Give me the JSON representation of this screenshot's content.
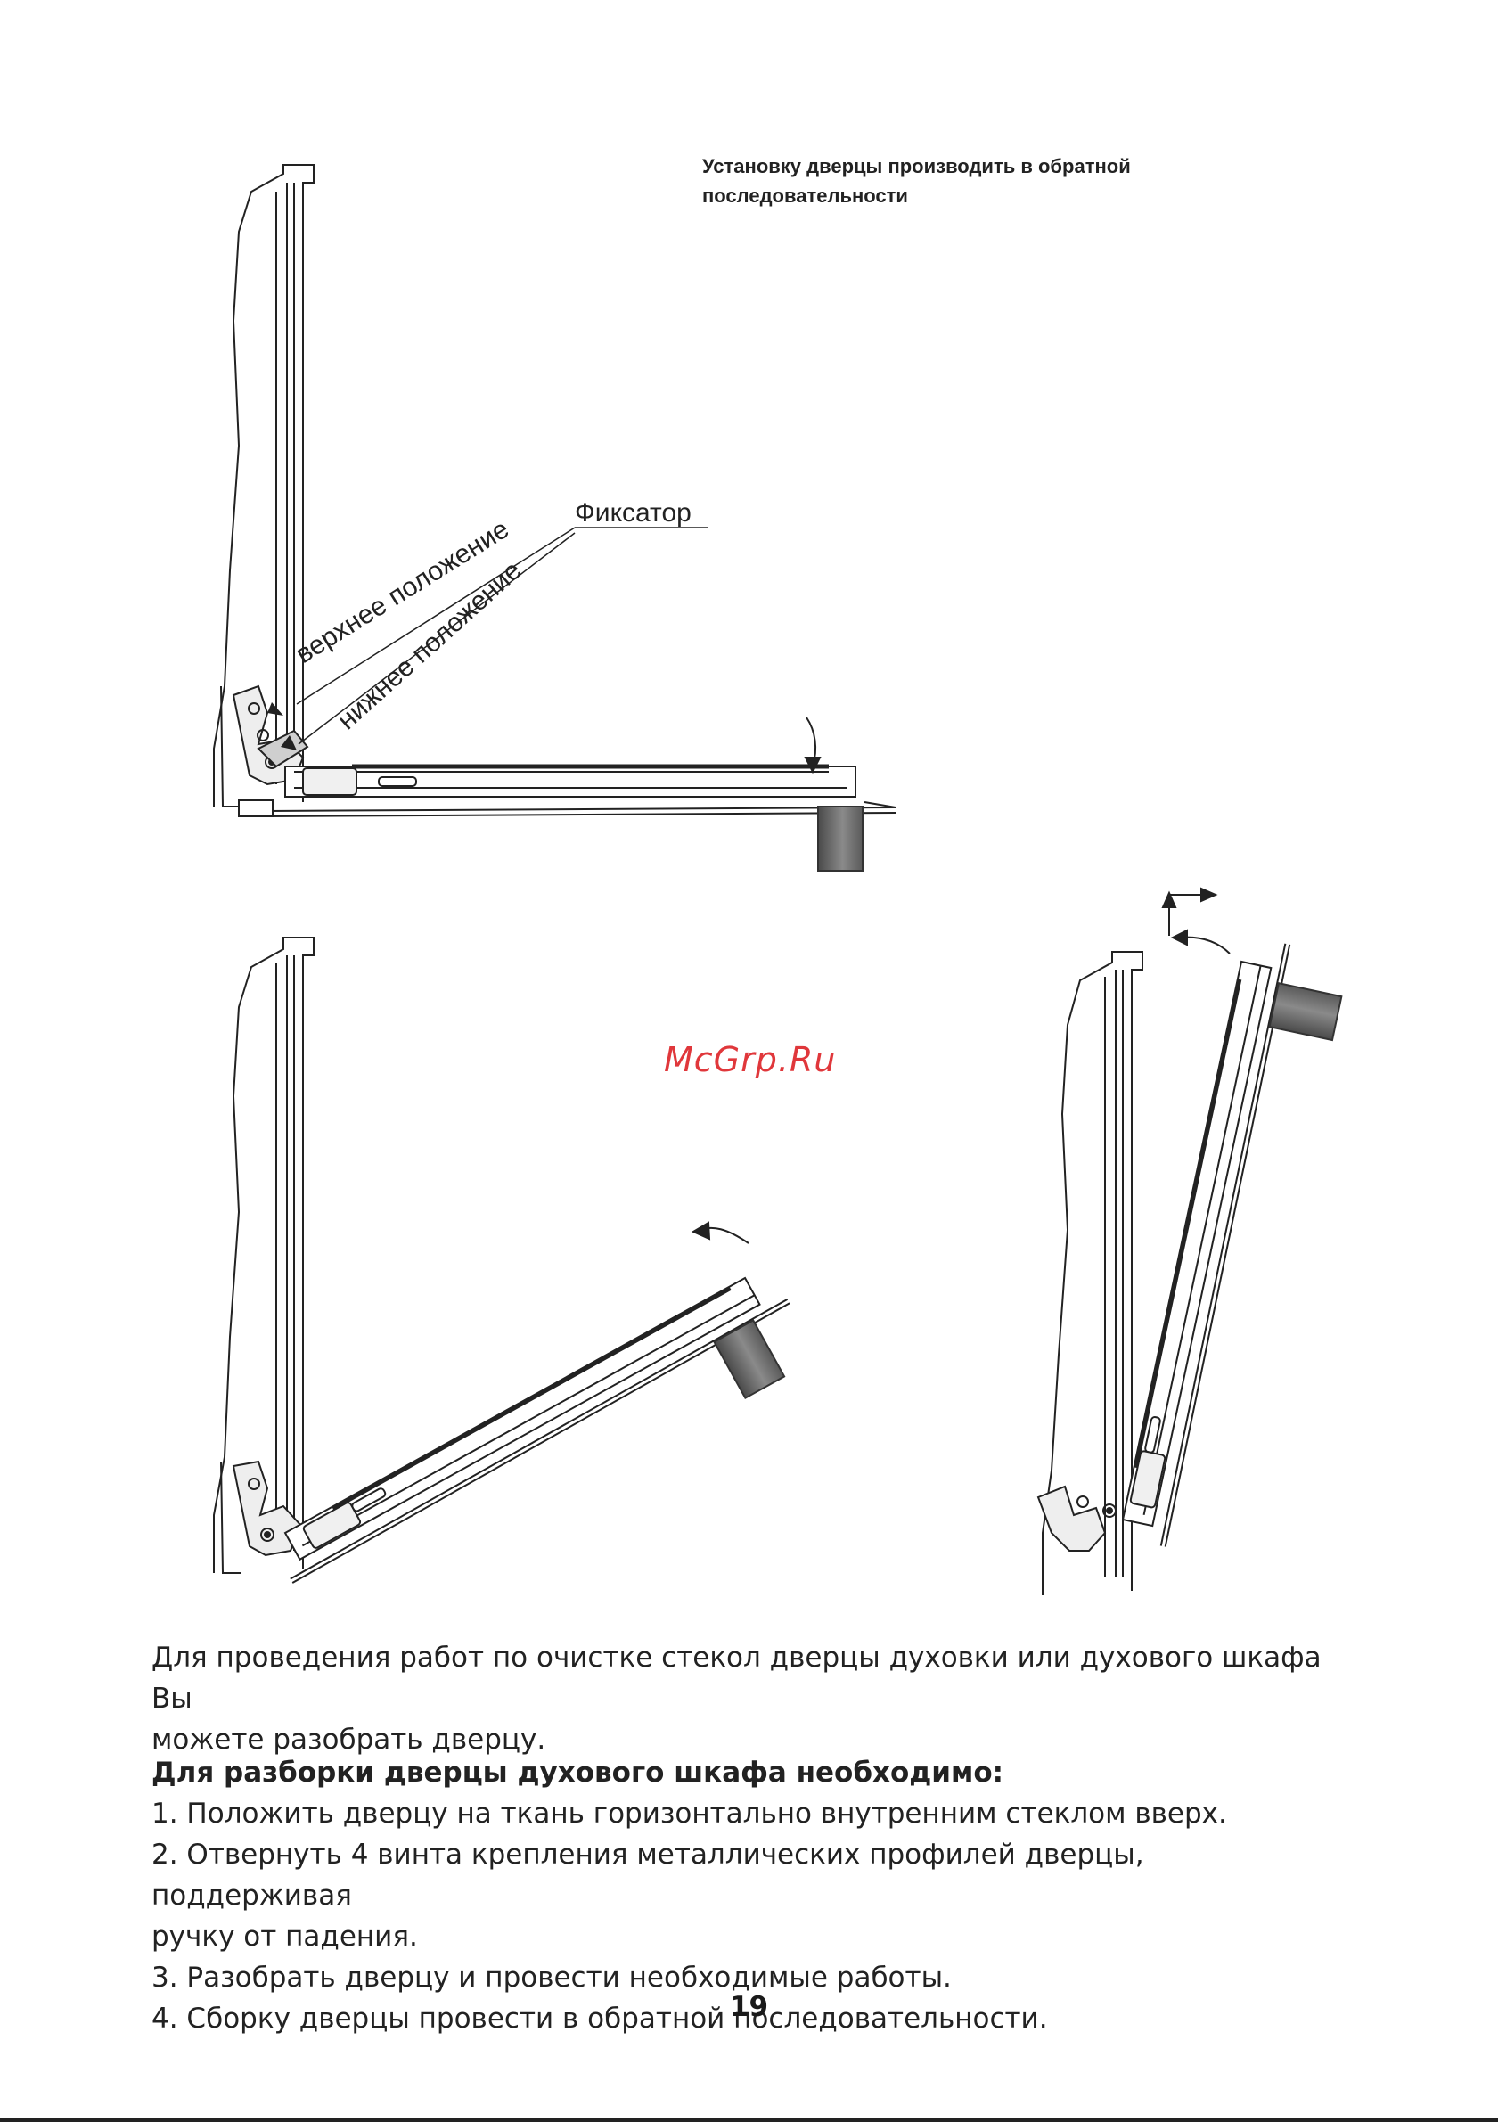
{
  "note": {
    "line1": "Установку дверцы производить в обратной",
    "line2": "последовательности"
  },
  "diagram": {
    "label_fixator": "Фиксатор",
    "label_upper": "верхнее положение",
    "label_lower": "нижнее положение"
  },
  "watermark": "McGrp.Ru",
  "intro": {
    "line1": "Для проведения работ по очистке стекол дверцы духовки или духового шкафа Вы",
    "line2": "можете разобрать дверцу."
  },
  "heading": "Для разборки дверцы духового шкафа необходимо:",
  "steps": [
    "1. Положить дверцу на ткань горизонтально внутренним стеклом вверх.",
    "2. Отвернуть 4 винта крепления металлических профилей дверцы, поддерживая",
    "ручку от падения.",
    "3. Разобрать дверцу и провести необходимые работы.",
    "4. Сборку дверцы провести в обратной последовательности."
  ],
  "page_number": "19"
}
